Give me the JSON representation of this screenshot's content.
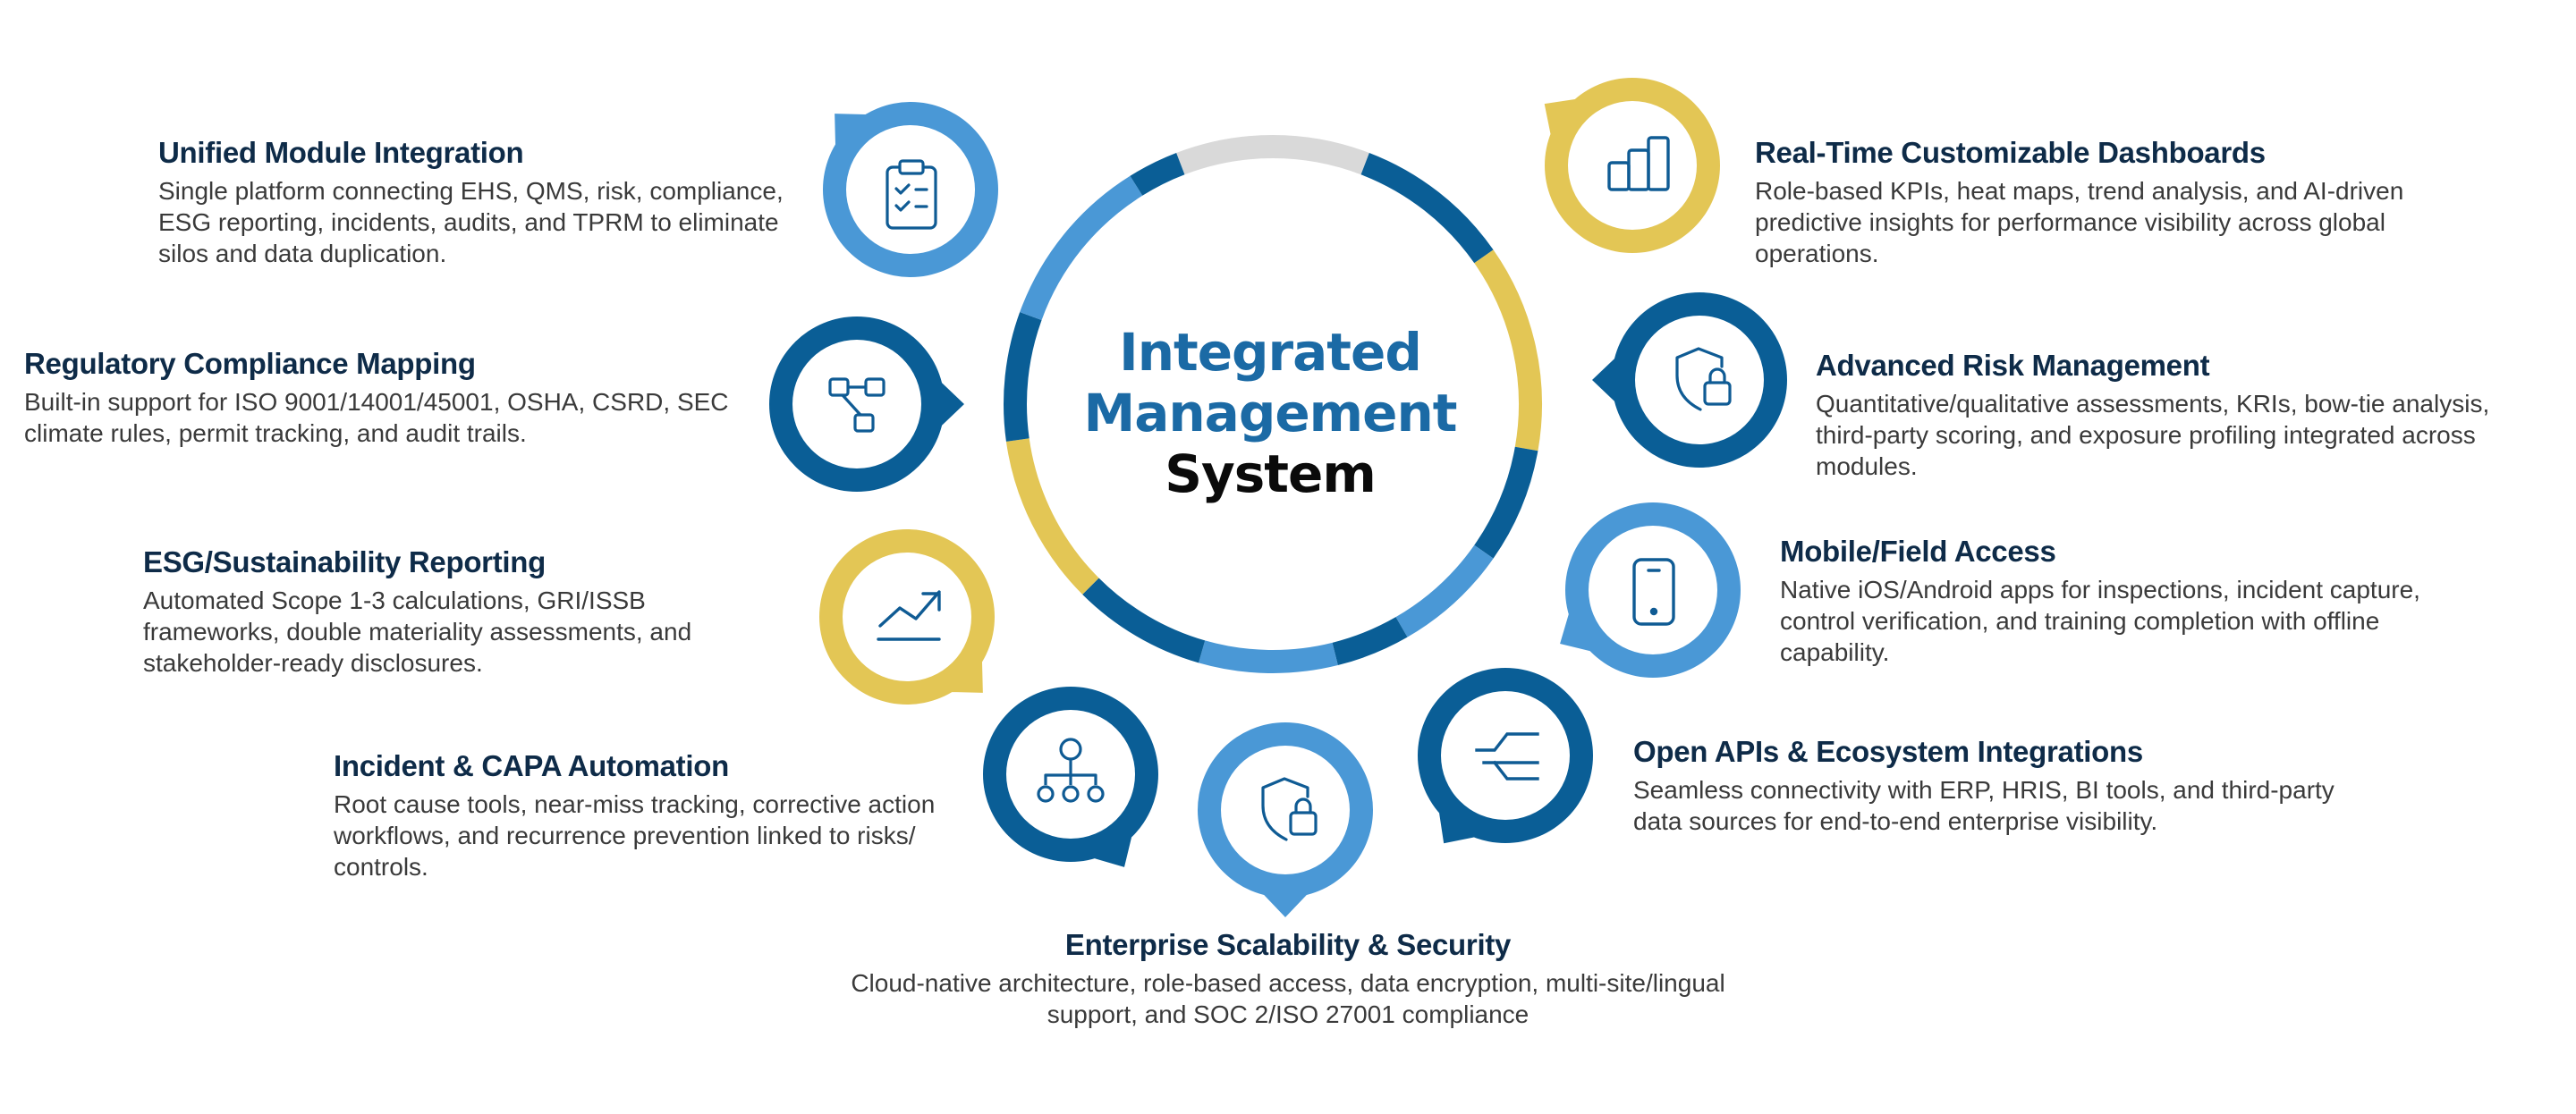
{
  "colors": {
    "dark_blue": "#0a5e96",
    "light_blue": "#4a98d6",
    "yellow": "#e3c655",
    "gray": "#d9d9d9",
    "heading": "#0e2b48",
    "body_text": "#3a3a3a",
    "icon_stroke": "#0f5b94"
  },
  "center": {
    "line1": "Integrated",
    "line2": "Management",
    "line3": "System"
  },
  "ring_segments": [
    {
      "color": "gray"
    },
    {
      "color": "dark_blue"
    },
    {
      "color": "yellow"
    },
    {
      "color": "dark_blue"
    },
    {
      "color": "light_blue"
    },
    {
      "color": "dark_blue"
    },
    {
      "color": "light_blue"
    },
    {
      "color": "dark_blue"
    },
    {
      "color": "yellow"
    },
    {
      "color": "dark_blue"
    },
    {
      "color": "light_blue"
    },
    {
      "color": "dark_blue"
    }
  ],
  "features": [
    {
      "id": "unified-module-integration",
      "title": "Unified Module Integration",
      "description": "Single platform connecting EHS, QMS, risk, compliance, ESG reporting, incidents, audits, and TPRM to eliminate silos and data duplication.",
      "lines": [
        "Single platform connecting EHS, QMS, risk, compliance,",
        "ESG reporting, incidents, audits, and TPRM to eliminate",
        "silos and data duplication."
      ],
      "icon": "clipboard-checklist-icon",
      "badge_color": "light_blue"
    },
    {
      "id": "regulatory-compliance-mapping",
      "title": "Regulatory Compliance Mapping",
      "description": "Built-in support for ISO 9001/14001/45001, OSHA, CSRD, SEC climate rules, permit tracking, and audit trails.",
      "lines": [
        "Built-in support for ISO 9001/14001/45001, OSHA, CSRD, SEC",
        "climate rules, permit tracking, and audit trails."
      ],
      "icon": "workflow-nodes-icon",
      "badge_color": "dark_blue"
    },
    {
      "id": "esg-sustainability-reporting",
      "title": "ESG/Sustainability Reporting",
      "description": "Automated Scope 1-3 calculations, GRI/ISSB frameworks, double materiality assessments, and stakeholder-ready disclosures.",
      "lines": [
        "Automated Scope 1-3 calculations, GRI/ISSB",
        "frameworks, double materiality assessments, and",
        "stakeholder-ready disclosures."
      ],
      "icon": "trend-up-icon",
      "badge_color": "yellow"
    },
    {
      "id": "incident-capa-automation",
      "title": "Incident & CAPA Automation",
      "description": "Root cause tools, near-miss tracking, corrective action workflows, and recurrence prevention linked to risks/controls.",
      "lines": [
        "Root cause tools, near-miss tracking, corrective action",
        "workflows, and recurrence prevention linked to risks/",
        "controls."
      ],
      "icon": "hierarchy-icon",
      "badge_color": "dark_blue"
    },
    {
      "id": "enterprise-scalability-security",
      "title": "Enterprise Scalability & Security",
      "description": "Cloud-native architecture, role-based access, data encryption, multi-site/lingual support, and SOC 2/ISO 27001 compliance",
      "lines": [
        "Cloud-native architecture, role-based access, data encryption, multi-site/lingual",
        "support, and SOC 2/ISO 27001 compliance"
      ],
      "icon": "shield-lock-icon",
      "badge_color": "light_blue"
    },
    {
      "id": "open-apis-ecosystem-integrations",
      "title": "Open APIs & Ecosystem Integrations",
      "description": "Seamless connectivity with ERP, HRIS, BI tools, and third-party data sources for end-to-end enterprise visibility.",
      "lines": [
        "Seamless connectivity with ERP, HRIS, BI tools, and third-party",
        "data sources for end-to-end enterprise visibility."
      ],
      "icon": "api-branch-icon",
      "badge_color": "dark_blue"
    },
    {
      "id": "mobile-field-access",
      "title": "Mobile/Field Access",
      "description": "Native iOS/Android apps for inspections, incident capture, control verification, and training completion with offline capability.",
      "lines": [
        "Native iOS/Android apps for inspections, incident capture,",
        "control verification, and training completion with offline",
        "capability."
      ],
      "icon": "mobile-phone-icon",
      "badge_color": "light_blue"
    },
    {
      "id": "advanced-risk-management",
      "title": "Advanced Risk Management",
      "description": "Quantitative/qualitative assessments, KRIs, bow-tie analysis, third-party scoring, and exposure profiling integrated across modules.",
      "lines": [
        "Quantitative/qualitative assessments, KRIs, bow-tie analysis,",
        "third-party scoring, and exposure profiling integrated across",
        "modules."
      ],
      "icon": "shield-lock-icon",
      "badge_color": "dark_blue"
    },
    {
      "id": "real-time-customizable-dashboards",
      "title": "Real-Time Customizable Dashboards",
      "description": "Role-based KPIs, heat maps, trend analysis, and AI-driven predictive insights for performance visibility across global operations.",
      "lines": [
        "Role-based KPIs, heat maps, trend analysis, and AI-driven",
        "predictive insights for performance visibility across global",
        "operations."
      ],
      "icon": "bar-chart-icon",
      "badge_color": "yellow"
    }
  ]
}
